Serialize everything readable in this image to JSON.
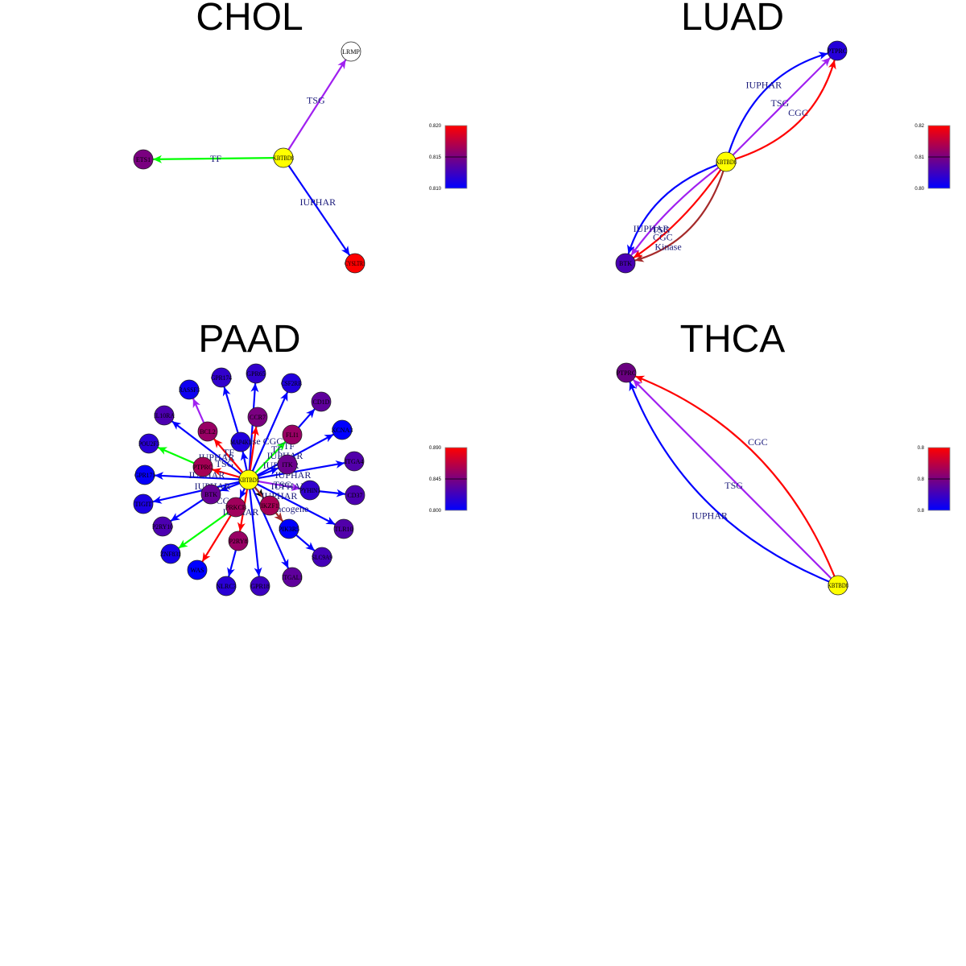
{
  "figure": {
    "center_gene": "KBTBD8",
    "colors": {
      "center_node": "#ffff00",
      "low": "#0000ff",
      "high": "#ff0000",
      "label_text": "#1a1a7a",
      "edge_types": {
        "IUPHAR": "#0000ff",
        "TSG": "#a020f0",
        "TF": "#00ff00",
        "CGC": "#ff0000",
        "Kinase": "#a52a2a",
        "Oncogene": "#000000"
      }
    }
  },
  "panels": [
    {
      "id": "chol",
      "title": "CHOL",
      "colorbar": {
        "ticks": [
          "0.820",
          "0.815",
          "0.810"
        ]
      },
      "nodes": [
        {
          "id": "KBTBD8",
          "label": "KBTBD8",
          "value": null,
          "center": true
        },
        {
          "id": "LRMP",
          "label": "LRMP",
          "value": null,
          "fill": "#ffffff"
        },
        {
          "id": "ETS1",
          "label": "ETS1",
          "value": 0.815
        },
        {
          "id": "CYSLTR1",
          "label": "CYSLTR1",
          "value": 0.82
        }
      ],
      "edges": [
        {
          "from": "KBTBD8",
          "to": "LRMP",
          "type": "TSG",
          "label": "TSG"
        },
        {
          "from": "KBTBD8",
          "to": "ETS1",
          "type": "TF",
          "label": "TF"
        },
        {
          "from": "KBTBD8",
          "to": "CYSLTR1",
          "type": "IUPHAR",
          "label": "IUPHAR"
        }
      ]
    },
    {
      "id": "luad",
      "title": "LUAD",
      "colorbar": {
        "ticks": [
          "0.82",
          "0.81",
          "0.80"
        ]
      },
      "nodes": [
        {
          "id": "KBTBD8",
          "label": "KBTBD8",
          "value": null,
          "center": true
        },
        {
          "id": "PTPRC",
          "label": "PTPRC",
          "value": 0.803
        },
        {
          "id": "BTK",
          "label": "BTK",
          "value": 0.806
        }
      ],
      "edges": [
        {
          "from": "KBTBD8",
          "to": "PTPRC",
          "type": "IUPHAR",
          "label": "IUPHAR"
        },
        {
          "from": "KBTBD8",
          "to": "PTPRC",
          "type": "TSG",
          "label": "TSG"
        },
        {
          "from": "KBTBD8",
          "to": "PTPRC",
          "type": "CGC",
          "label": "CGC"
        },
        {
          "from": "KBTBD8",
          "to": "BTK",
          "type": "Kinase",
          "label": "Kinase"
        },
        {
          "from": "KBTBD8",
          "to": "BTK",
          "type": "CGC",
          "label": "CGC"
        },
        {
          "from": "KBTBD8",
          "to": "BTK",
          "type": "TSG",
          "label": "TSG"
        },
        {
          "from": "KBTBD8",
          "to": "BTK",
          "type": "IUPHAR",
          "label": "IUPHAR"
        }
      ]
    },
    {
      "id": "paad",
      "title": "PAAD",
      "colorbar": {
        "ticks": [
          "0.890",
          "0.845",
          "0.800"
        ]
      },
      "nodes": [
        {
          "id": "KBTBD8",
          "label": "KBTBD8",
          "value": null,
          "center": true
        },
        {
          "id": "GPR65",
          "label": "GPR65",
          "value": 0.818
        },
        {
          "id": "CSF2RB",
          "label": "CSF2RB",
          "value": 0.812
        },
        {
          "id": "CD1D",
          "label": "CD1D",
          "value": 0.835
        },
        {
          "id": "KCNA3",
          "label": "KCNA3",
          "value": 0.8
        },
        {
          "id": "ITGA4",
          "label": "ITGA4",
          "value": 0.83
        },
        {
          "id": "CD37",
          "label": "CD37",
          "value": 0.828
        },
        {
          "id": "TLR10",
          "label": "TLR10",
          "value": 0.83
        },
        {
          "id": "SLC9A9",
          "label": "SLC9A9",
          "value": 0.825
        },
        {
          "id": "ITGAL1",
          "label": "ITGAL1",
          "value": 0.835
        },
        {
          "id": "GPR18",
          "label": "GPR18",
          "value": 0.822
        },
        {
          "id": "NLRC3",
          "label": "NLRC3",
          "value": 0.815
        },
        {
          "id": "WAS",
          "label": "WAS",
          "value": 0.8
        },
        {
          "id": "ZNF831",
          "label": "ZNF831",
          "value": 0.808
        },
        {
          "id": "P2RY10",
          "label": "P2RY10",
          "value": 0.828
        },
        {
          "id": "TIGIT",
          "label": "TIGIT",
          "value": 0.81
        },
        {
          "id": "GPR171",
          "label": "GPR171",
          "value": 0.802
        },
        {
          "id": "POU2F3",
          "label": "POU2F3",
          "value": 0.815
        },
        {
          "id": "IL10RA",
          "label": "IL10RA",
          "value": 0.828
        },
        {
          "id": "RASSF3",
          "label": "RASSF3",
          "value": 0.805
        },
        {
          "id": "GPR174",
          "label": "GPR174",
          "value": 0.818
        },
        {
          "id": "BCL2",
          "label": "BCL2",
          "value": 0.855
        },
        {
          "id": "CCR7",
          "label": "CCR7",
          "value": 0.845
        },
        {
          "id": "FLI1",
          "label": "FLI1",
          "value": 0.855
        },
        {
          "id": "MAP4K1",
          "label": "MAP4K1",
          "value": 0.812
        },
        {
          "id": "PTPRC",
          "label": "PTPRC",
          "value": 0.86
        },
        {
          "id": "ITK",
          "label": "ITK",
          "value": 0.84
        },
        {
          "id": "PYHIN1",
          "label": "PYHIN1",
          "value": 0.818
        },
        {
          "id": "BTK",
          "label": "BTK",
          "value": 0.838
        },
        {
          "id": "PRKCB",
          "label": "PRKCB",
          "value": 0.858
        },
        {
          "id": "IKZF1",
          "label": "IKZF1",
          "value": 0.86
        },
        {
          "id": "P2RY8",
          "label": "P2RY8",
          "value": 0.855
        },
        {
          "id": "PIK3R5",
          "label": "PIK3R5",
          "value": 0.8
        }
      ],
      "edge_labels": [
        "IUPHAR",
        "IUPHAR",
        "IUPHAR",
        "IUPHAR",
        "IUPHAR",
        "IUPHAR",
        "IUPHAR",
        "IUPHAR",
        "IUPHAR",
        "TSG",
        "TSG",
        "TF",
        "TF",
        "TF",
        "CGC",
        "CGC",
        "Oncogene",
        "Kinase"
      ],
      "edges": [
        {
          "from": "KBTBD8",
          "to": "GPR65",
          "type": "IUPHAR"
        },
        {
          "from": "KBTBD8",
          "to": "CSF2RB",
          "type": "IUPHAR"
        },
        {
          "from": "FLI1",
          "to": "CD1D",
          "type": "IUPHAR"
        },
        {
          "from": "KBTBD8",
          "to": "KCNA3",
          "type": "IUPHAR"
        },
        {
          "from": "KBTBD8",
          "to": "ITGA4",
          "type": "IUPHAR"
        },
        {
          "from": "PYHIN1",
          "to": "CD37",
          "type": "IUPHAR"
        },
        {
          "from": "KBTBD8",
          "to": "TLR10",
          "type": "IUPHAR"
        },
        {
          "from": "PIK3R5",
          "to": "SLC9A9",
          "type": "IUPHAR"
        },
        {
          "from": "KBTBD8",
          "to": "ITGAL1",
          "type": "IUPHAR"
        },
        {
          "from": "KBTBD8",
          "to": "GPR18",
          "type": "IUPHAR"
        },
        {
          "from": "P2RY8",
          "to": "NLRC3",
          "type": "IUPHAR"
        },
        {
          "from": "PRKCB",
          "to": "WAS",
          "type": "CGC"
        },
        {
          "from": "PRKCB",
          "to": "ZNF831",
          "type": "TF"
        },
        {
          "from": "BTK",
          "to": "P2RY10",
          "type": "IUPHAR"
        },
        {
          "from": "KBTBD8",
          "to": "TIGIT",
          "type": "IUPHAR"
        },
        {
          "from": "KBTBD8",
          "to": "GPR171",
          "type": "IUPHAR"
        },
        {
          "from": "PTPRC",
          "to": "POU2F3",
          "type": "TF"
        },
        {
          "from": "KBTBD8",
          "to": "IL10RA",
          "type": "IUPHAR"
        },
        {
          "from": "BCL2",
          "to": "RASSF3",
          "type": "TSG"
        },
        {
          "from": "MAP4K1",
          "to": "GPR174",
          "type": "IUPHAR"
        },
        {
          "from": "KBTBD8",
          "to": "BCL2",
          "type": "CGC"
        },
        {
          "from": "KBTBD8",
          "to": "CCR7",
          "type": "CGC"
        },
        {
          "from": "KBTBD8",
          "to": "FLI1",
          "type": "TF"
        },
        {
          "from": "KBTBD8",
          "to": "MAP4K1",
          "type": "IUPHAR"
        },
        {
          "from": "KBTBD8",
          "to": "PTPRC",
          "type": "CGC"
        },
        {
          "from": "KBTBD8",
          "to": "ITK",
          "type": "IUPHAR"
        },
        {
          "from": "KBTBD8",
          "to": "PYHIN1",
          "type": "TSG"
        },
        {
          "from": "KBTBD8",
          "to": "BTK",
          "type": "IUPHAR"
        },
        {
          "from": "KBTBD8",
          "to": "PRKCB",
          "type": "IUPHAR"
        },
        {
          "from": "KBTBD8",
          "to": "IKZF1",
          "type": "Oncogene"
        },
        {
          "from": "KBTBD8",
          "to": "P2RY8",
          "type": "CGC"
        },
        {
          "from": "KBTBD8",
          "to": "PIK3R5",
          "type": "Kinase"
        }
      ]
    },
    {
      "id": "thca",
      "title": "THCA",
      "colorbar": {
        "ticks": [
          "0.8",
          "0.8",
          "0.8"
        ]
      },
      "nodes": [
        {
          "id": "KBTBD8",
          "label": "KBTBD8",
          "value": null,
          "center": true
        },
        {
          "id": "PTPRC",
          "label": "PTPRC",
          "value": 0.8,
          "fill": "#6a0080"
        }
      ],
      "edges": [
        {
          "from": "KBTBD8",
          "to": "PTPRC",
          "type": "CGC",
          "label": "CGC"
        },
        {
          "from": "KBTBD8",
          "to": "PTPRC",
          "type": "TSG",
          "label": "TSG"
        },
        {
          "from": "KBTBD8",
          "to": "PTPRC",
          "type": "IUPHAR",
          "label": "IUPHAR"
        }
      ]
    }
  ]
}
